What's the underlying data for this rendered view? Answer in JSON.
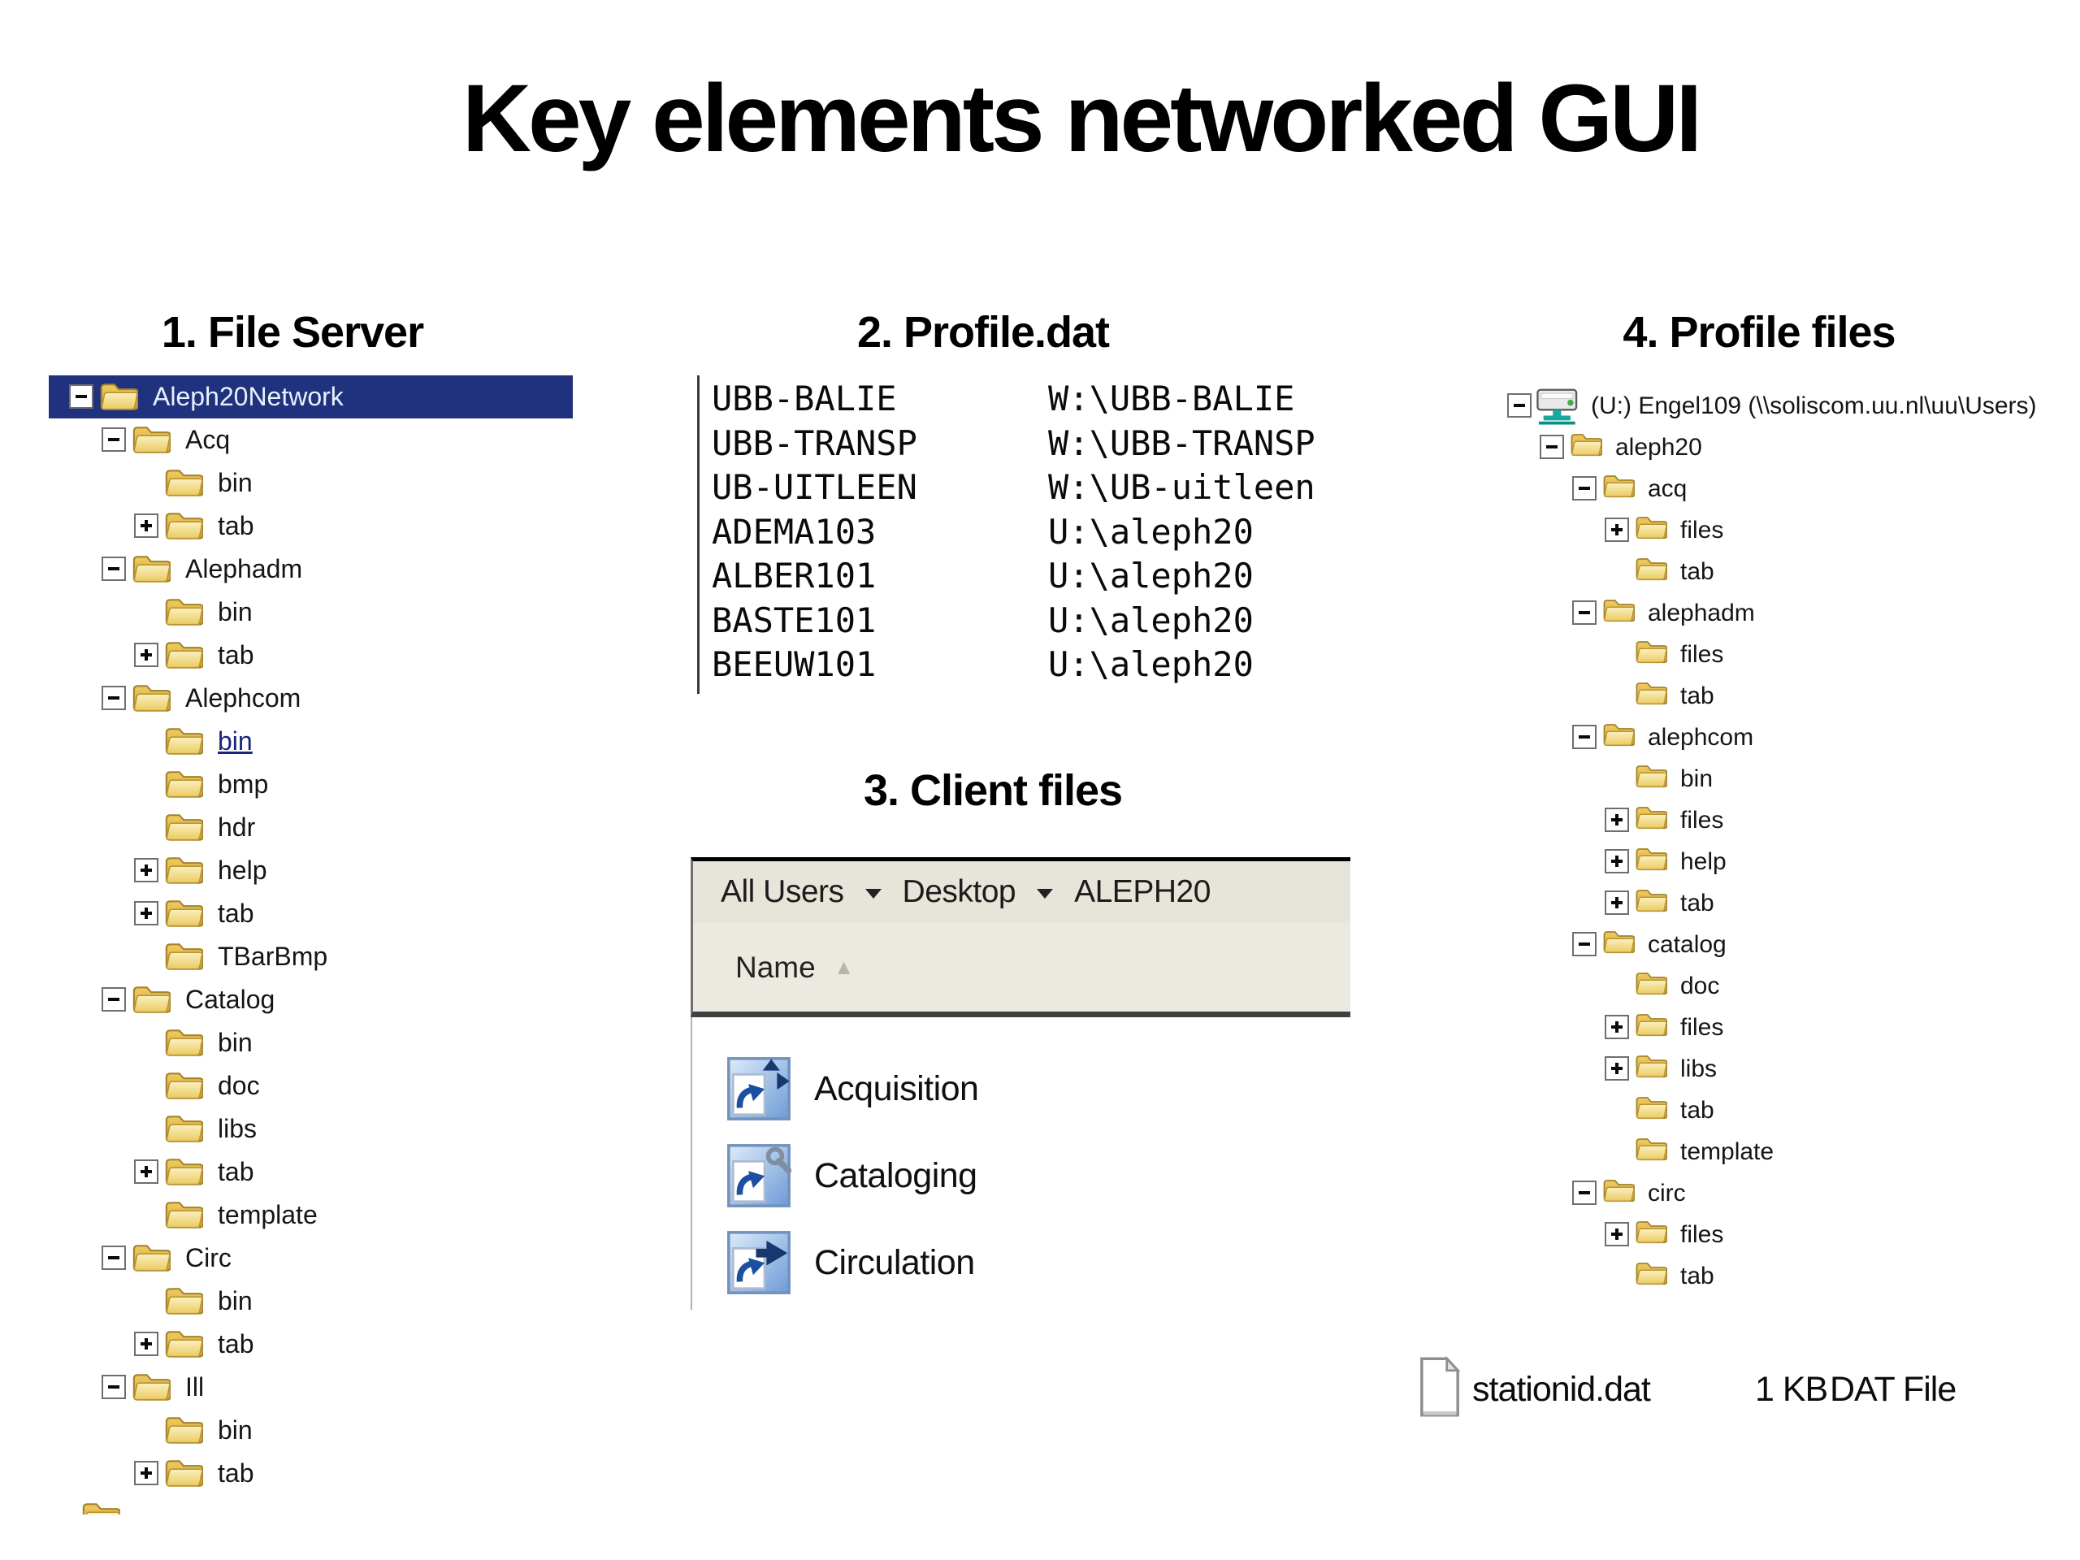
{
  "title": "Key elements networked GUI",
  "colors": {
    "selection_blue": "#20327E",
    "folder_yellow": "#E3B83E",
    "shortcut_blue": "#1C4FA1",
    "drive_teal": "#18A89C",
    "panel_beige": "#E7E4D9",
    "header_border_dark": "#3F3F3F"
  },
  "sections": {
    "file_server": {
      "heading": "1. File Server",
      "tree": [
        {
          "label": "Aleph20Network",
          "level": 0,
          "exp": "minus",
          "sel": true
        },
        {
          "label": "Acq",
          "level": 1,
          "exp": "minus"
        },
        {
          "label": "bin",
          "level": 2,
          "exp": "none"
        },
        {
          "label": "tab",
          "level": 2,
          "exp": "plus"
        },
        {
          "label": "Alephadm",
          "level": 1,
          "exp": "minus"
        },
        {
          "label": "bin",
          "level": 2,
          "exp": "none"
        },
        {
          "label": "tab",
          "level": 2,
          "exp": "plus"
        },
        {
          "label": "Alephcom",
          "level": 1,
          "exp": "minus"
        },
        {
          "label": "bin",
          "level": 2,
          "exp": "none",
          "link": true
        },
        {
          "label": "bmp",
          "level": 2,
          "exp": "none"
        },
        {
          "label": "hdr",
          "level": 2,
          "exp": "none"
        },
        {
          "label": "help",
          "level": 2,
          "exp": "plus"
        },
        {
          "label": "tab",
          "level": 2,
          "exp": "plus"
        },
        {
          "label": "TBarBmp",
          "level": 2,
          "exp": "none"
        },
        {
          "label": "Catalog",
          "level": 1,
          "exp": "minus"
        },
        {
          "label": "bin",
          "level": 2,
          "exp": "none"
        },
        {
          "label": "doc",
          "level": 2,
          "exp": "none"
        },
        {
          "label": "libs",
          "level": 2,
          "exp": "none"
        },
        {
          "label": "tab",
          "level": 2,
          "exp": "plus"
        },
        {
          "label": "template",
          "level": 2,
          "exp": "none"
        },
        {
          "label": "Circ",
          "level": 1,
          "exp": "minus"
        },
        {
          "label": "bin",
          "level": 2,
          "exp": "none"
        },
        {
          "label": "tab",
          "level": 2,
          "exp": "plus"
        },
        {
          "label": "Ill",
          "level": 1,
          "exp": "minus"
        },
        {
          "label": "bin",
          "level": 2,
          "exp": "none"
        },
        {
          "label": "tab",
          "level": 2,
          "exp": "plus"
        },
        {
          "label": "",
          "level": 1,
          "exp": "none",
          "partial": true
        }
      ]
    },
    "profile_dat": {
      "heading": "2. Profile.dat",
      "entries": [
        {
          "name": "UBB-BALIE",
          "path": "W:\\UBB-BALIE"
        },
        {
          "name": "UBB-TRANSP",
          "path": "W:\\UBB-TRANSP"
        },
        {
          "name": "UB-UITLEEN",
          "path": "W:\\UB-uitleen"
        },
        {
          "name": "ADEMA103",
          "path": "U:\\aleph20"
        },
        {
          "name": "ALBER101",
          "path": "U:\\aleph20"
        },
        {
          "name": "BASTE101",
          "path": "U:\\aleph20"
        },
        {
          "name": "BEEUW101",
          "path": "U:\\aleph20"
        }
      ]
    },
    "client_files": {
      "heading": "3. Client files",
      "breadcrumb": [
        "All Users",
        "Desktop",
        "ALEPH20"
      ],
      "column_header": "Name",
      "sort_icon": "sort-ascending-arrow",
      "items": [
        "Acquisition",
        "Cataloging",
        "Circulation"
      ]
    },
    "profile_files": {
      "heading": "4. Profile files",
      "tree": [
        {
          "label": "(U:) Engel109 (\\\\soliscom.uu.nl\\uu\\Users)",
          "level": 0,
          "exp": "minus",
          "icon": "drive"
        },
        {
          "label": "aleph20",
          "level": 1,
          "exp": "minus"
        },
        {
          "label": "acq",
          "level": 2,
          "exp": "minus"
        },
        {
          "label": "files",
          "level": 3,
          "exp": "plus"
        },
        {
          "label": "tab",
          "level": 3,
          "exp": "none"
        },
        {
          "label": "alephadm",
          "level": 2,
          "exp": "minus"
        },
        {
          "label": "files",
          "level": 3,
          "exp": "none"
        },
        {
          "label": "tab",
          "level": 3,
          "exp": "none"
        },
        {
          "label": "alephcom",
          "level": 2,
          "exp": "minus"
        },
        {
          "label": "bin",
          "level": 3,
          "exp": "none"
        },
        {
          "label": "files",
          "level": 3,
          "exp": "plus"
        },
        {
          "label": "help",
          "level": 3,
          "exp": "plus"
        },
        {
          "label": "tab",
          "level": 3,
          "exp": "plus"
        },
        {
          "label": "catalog",
          "level": 2,
          "exp": "minus"
        },
        {
          "label": "doc",
          "level": 3,
          "exp": "none"
        },
        {
          "label": "files",
          "level": 3,
          "exp": "plus"
        },
        {
          "label": "libs",
          "level": 3,
          "exp": "plus"
        },
        {
          "label": "tab",
          "level": 3,
          "exp": "none"
        },
        {
          "label": "template",
          "level": 3,
          "exp": "none"
        },
        {
          "label": "circ",
          "level": 2,
          "exp": "minus"
        },
        {
          "label": "files",
          "level": 3,
          "exp": "plus"
        },
        {
          "label": "tab",
          "level": 3,
          "exp": "none"
        }
      ],
      "file_row": {
        "name": "stationid.dat",
        "size": "1 KB",
        "type": "DAT File"
      }
    }
  }
}
